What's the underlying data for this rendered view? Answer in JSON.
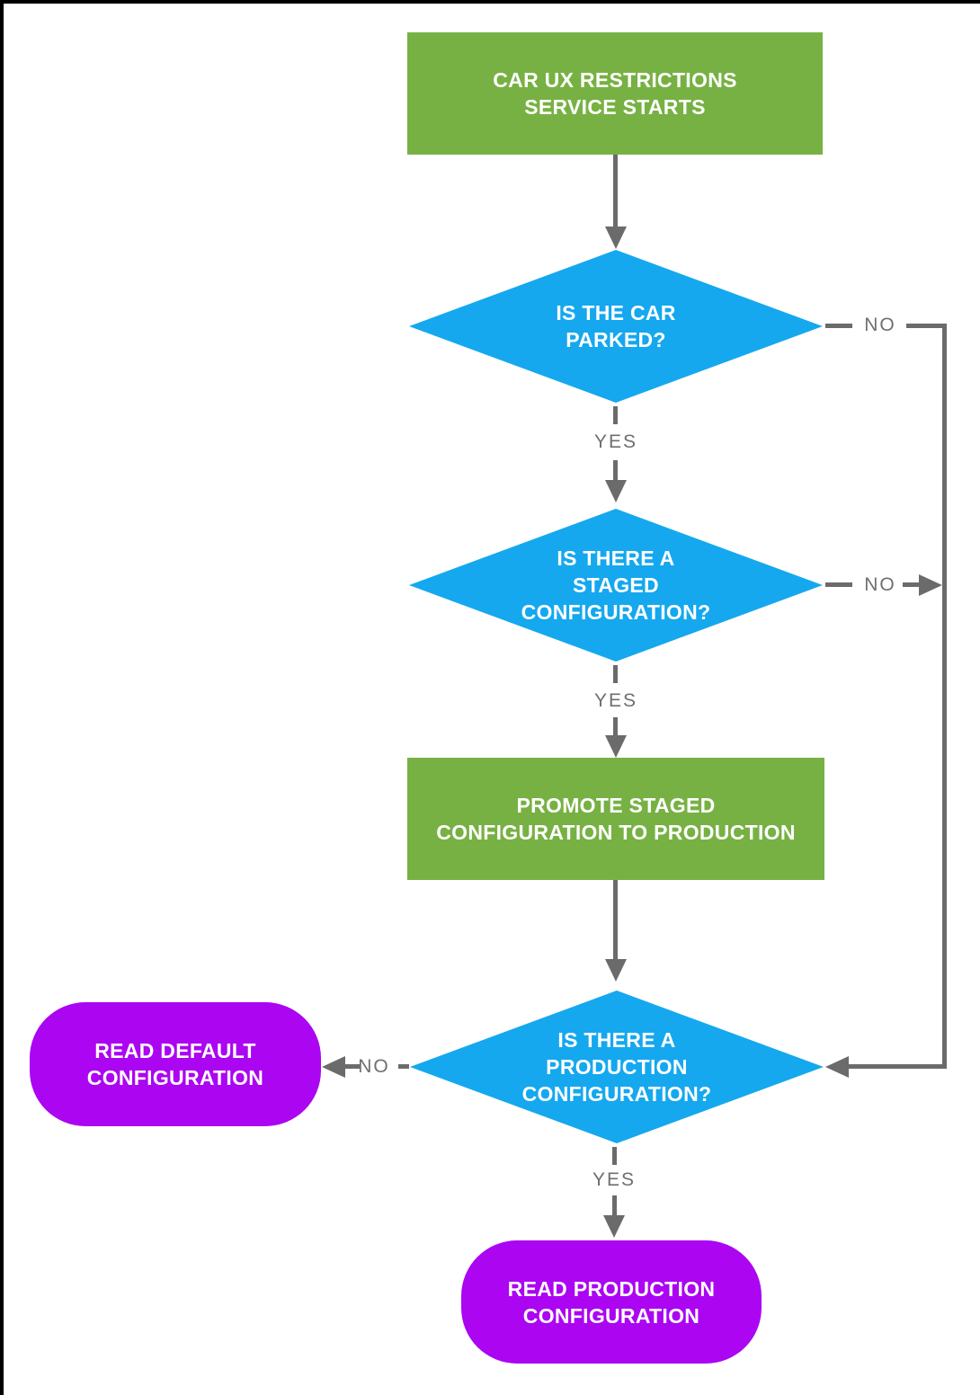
{
  "diagram": {
    "colors": {
      "process": "#77B143",
      "decision": "#15A8EF",
      "terminator": "#AB05F2",
      "connector": "#6B6B6B",
      "label_text": "#6F6F6F",
      "node_text": "#FFFFFF"
    },
    "nodes": {
      "start": {
        "type": "process",
        "label": "CAR UX RESTRICTIONS\nSERVICE STARTS"
      },
      "car_parked": {
        "type": "decision",
        "label": "IS THE CAR\nPARKED?"
      },
      "staged_config": {
        "type": "decision",
        "label": "IS THERE A\nSTAGED\nCONFIGURATION?"
      },
      "promote": {
        "type": "process",
        "label": "PROMOTE STAGED\nCONFIGURATION TO PRODUCTION"
      },
      "production_config": {
        "type": "decision",
        "label": "IS THERE A\nPRODUCTION\nCONFIGURATION?"
      },
      "read_default": {
        "type": "terminator",
        "label": "READ DEFAULT\nCONFIGURATION"
      },
      "read_production": {
        "type": "terminator",
        "label": "READ PRODUCTION\nCONFIGURATION"
      }
    },
    "edges": {
      "car_parked_yes": "YES",
      "car_parked_no": "NO",
      "staged_yes": "YES",
      "staged_no": "NO",
      "production_yes": "YES",
      "production_no": "NO"
    }
  }
}
